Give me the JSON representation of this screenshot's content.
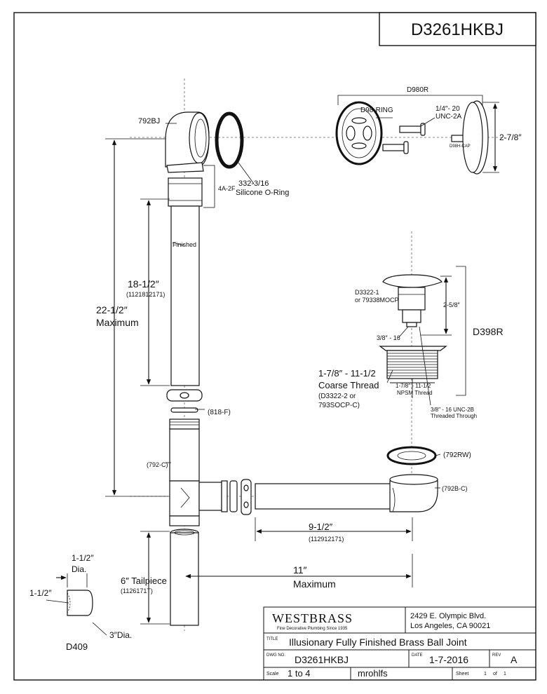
{
  "drawing_number_header": "D3261HKBJ",
  "labels": {
    "elbow": "792BJ",
    "oring_code": "332-3/16",
    "oring_name": "Silicone O-Ring",
    "elbow_height": "4A-2F",
    "finished": "Finished",
    "dim_18": "18-1/2″",
    "dim_18_code": "(1121812171)",
    "dim_22": "22-1/2″",
    "dim_22_sub": "Maximum",
    "washer": "(818-F)",
    "tee": "(792-C)",
    "faceplate_kit": "D980R",
    "ring": "D98-RING",
    "screw_size": "1/4″- 20",
    "screw_thread": "UNC-2A",
    "cap_code": "D98H-CAP",
    "cap_dia": "2-7/8″",
    "stopper_kit": "D398R",
    "stopper_code1": "D3322-1",
    "stopper_code2": "or 79338MOCP",
    "stopper_height": "2-5/8″",
    "stem_thread": "3/8″ - 16",
    "coarse_dim": "1-7/8″ - 11-1/2",
    "coarse_name": "Coarse Thread",
    "coarse_code1": "(D3322-2 or",
    "coarse_code2": "793SOCP-C)",
    "npsm_dim": "1-7/8″ - 11-1/2",
    "npsm_name": "NPSM Thread",
    "threaded_through1": "3/8″ - 16 UNC-2B",
    "threaded_through2": "Threaded Through",
    "rubber_washer": "(792RW)",
    "shoe": "(792B-C)",
    "dim_9": "9-1/2″",
    "dim_9_code": "(112912171)",
    "dim_11": "11″",
    "dim_11_sub": "Maximum",
    "dim_tail": "6″ Tailpiece",
    "tail_code": "(1126171T)",
    "d409_w": "1-1/2″",
    "d409_w2": "Dia.",
    "d409_h": "1-1/2″",
    "d409_d": "3″Dia.",
    "d409": "D409"
  },
  "title_block": {
    "brand": "WESTBRASS",
    "tagline": "Fine Decorative Plumbing Since 1935",
    "address1": "2429 E. Olympic Blvd.",
    "address2": "Los Angeles, CA 90021",
    "title_label": "TITLE",
    "title": "Illusionary Fully Finished Brass Ball Joint",
    "dwg_label": "DWG NO.",
    "dwg_no": "D3261HKBJ",
    "date_label": "DATE",
    "date": "1-7-2016",
    "rev_label": "REV",
    "rev": "A",
    "scale_label": "Scale",
    "scale": "1 to 4",
    "drawn_by": "mrohlfs",
    "sheet_label": "Sheet",
    "sheet_no": "1",
    "sheet_of": "of",
    "sheet_total": "1"
  }
}
